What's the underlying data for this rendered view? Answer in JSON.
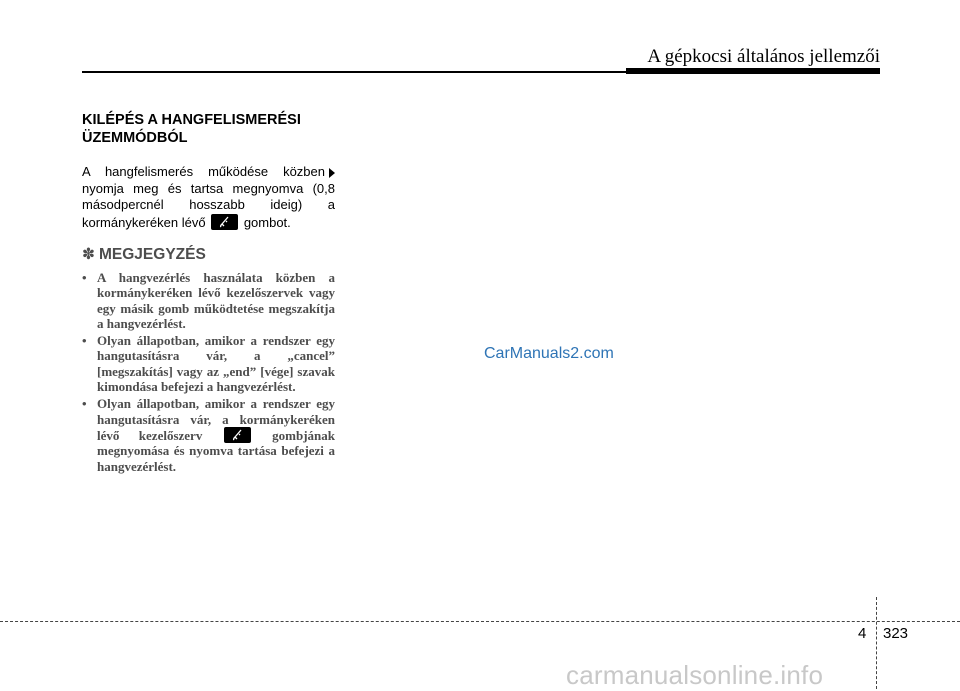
{
  "header": {
    "title": "A gépkocsi általános jellemzői"
  },
  "section": {
    "heading": "KILÉPÉS A HANGFELISMERÉSI ÜZEMMÓDBÓL",
    "intro_part1": "A hangfelismerés működése közben",
    "intro_part2": "nyomja meg és tartsa megnyomva (0,8 másodpercnél hosszabb ideig) a kormánykeréken lévő",
    "intro_part3": "gombot."
  },
  "note": {
    "symbol": "✽",
    "heading": "MEGJEGYZÉS",
    "items": [
      {
        "text": "A hangvezérlés használata közben a kormánykeréken lévő kezelőszervek vagy egy másik gomb működtetése megszakítja a hangvezérlést."
      },
      {
        "text": "Olyan állapotban, amikor a rendszer egy hangutasításra vár, a „cancel” [megszakítás] vagy az „end” [vége] szavak kimondása befejezi a hangvezérlést."
      },
      {
        "text_part1": "Olyan állapotban, amikor a rendszer egy hangutasításra vár, a kormánykeréken lévő kezelőszerv",
        "text_part2": "gombjának megnyomása és nyomva tartása befejezi a hangvezérlést."
      }
    ]
  },
  "watermark": "CarManuals2.com",
  "footer": {
    "chapter": "4",
    "page": "323",
    "watermark": "carmanualsonline.info"
  },
  "icons": {
    "voice_button": "voice-hook-button-icon",
    "arrow": "right-triangle-icon"
  }
}
